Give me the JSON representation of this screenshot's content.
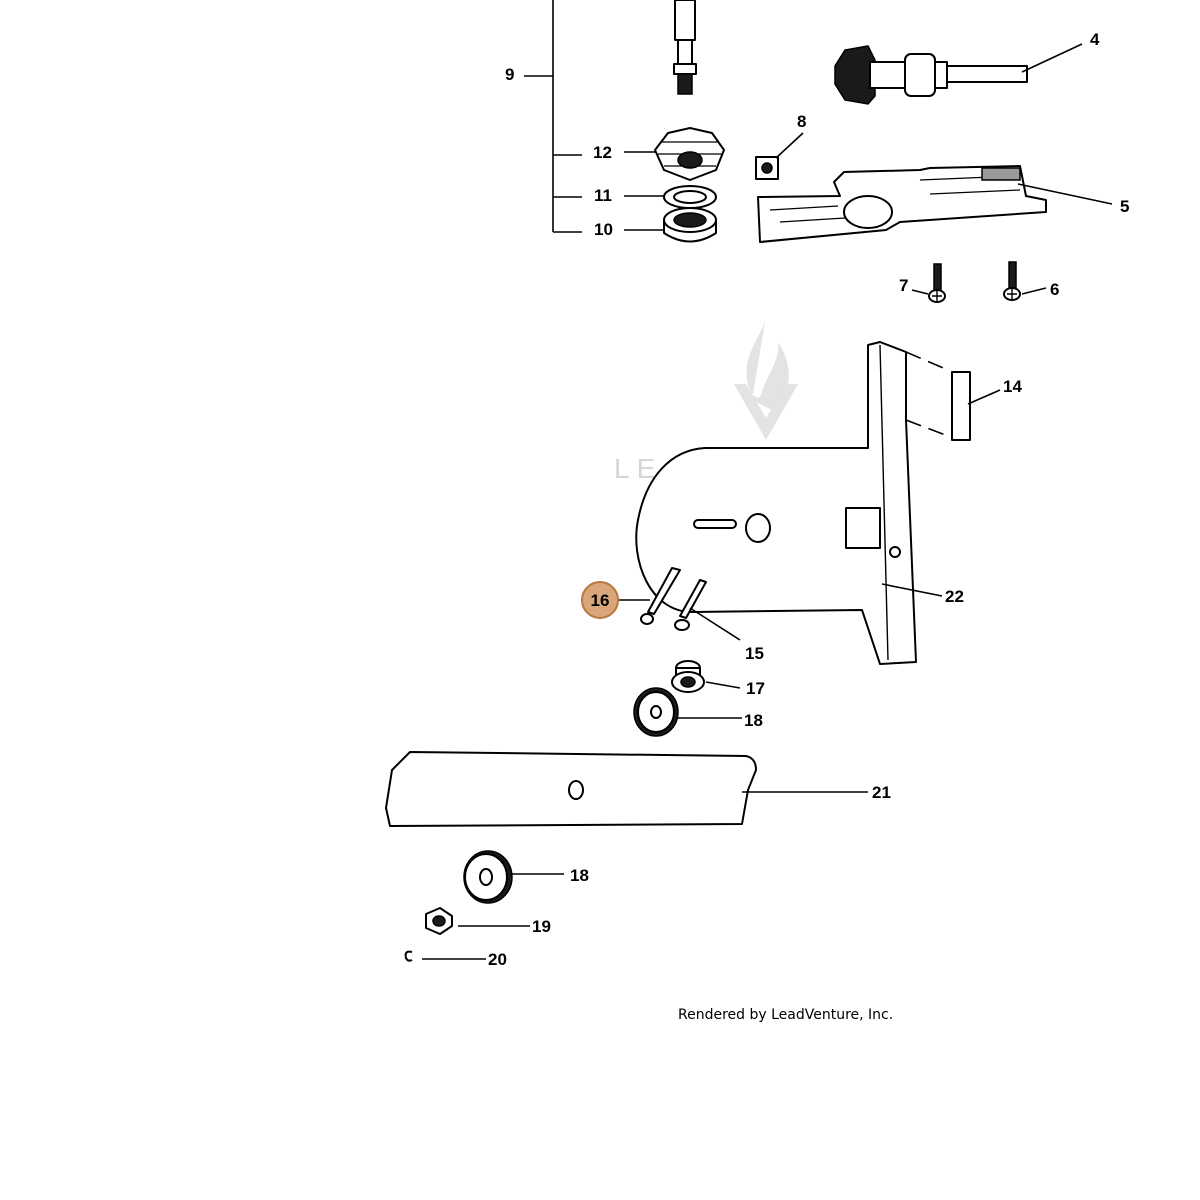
{
  "diagram": {
    "callouts": {
      "c4": "4",
      "c5": "5",
      "c6": "6",
      "c7": "7",
      "c8": "8",
      "c9": "9",
      "c10": "10",
      "c11": "11",
      "c12": "12",
      "c14": "14",
      "c15": "15",
      "c16": "16",
      "c17": "17",
      "c18a": "18",
      "c18b": "18",
      "c19": "19",
      "c20": "20",
      "c21": "21",
      "c22": "22"
    },
    "highlight_color": "#d9a57a",
    "watermark": "LEADVENTURE",
    "credit": "Rendered by LeadVenture, Inc."
  }
}
